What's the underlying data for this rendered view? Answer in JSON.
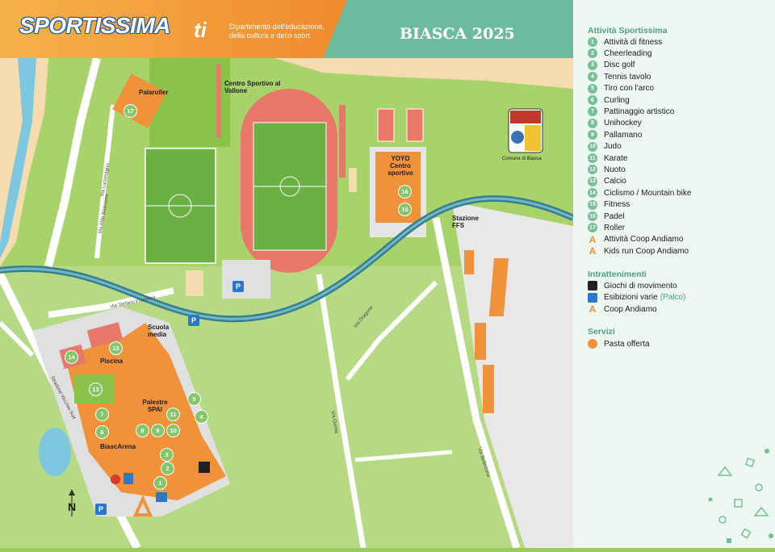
{
  "header": {
    "logo": "SPORTISSIMA",
    "ti_logo": "ti",
    "department": "Dipartimento dell'educazione, della cultura e dello sport",
    "title": "BIASCA 2025"
  },
  "map_labels": {
    "palaroller": "Palaroller",
    "centro_sportivo": "Centro Sportivo al Vallone",
    "yoyo": "YOYO Centro sportivo",
    "stazione": "Stazione FFS",
    "scuola_media": "Scuola media",
    "piscina": "Piscina",
    "palestre": "Palestre SPAI",
    "biascarena": "BiascArena",
    "comune": "Comune di Biasca",
    "north": "N"
  },
  "streets": {
    "via_lucomagno": "Via Lucomagno",
    "via_bosciorini": "Via Aldo Bosciorini",
    "via_franscini": "Via Stefano Franscini",
    "via_quinta": "Via Quinta",
    "via_dragone": "Via Dragone",
    "via_bellinzona": "Via Bellinzona",
    "strada_vecchia": "Stradone Vecchio Sud"
  },
  "map_markers": [
    {
      "n": "17"
    },
    {
      "n": "16"
    },
    {
      "n": "15"
    },
    {
      "n": "14"
    },
    {
      "n": "12"
    },
    {
      "n": "13"
    },
    {
      "n": "7"
    },
    {
      "n": "8"
    },
    {
      "n": "9"
    },
    {
      "n": "10"
    },
    {
      "n": "11"
    },
    {
      "n": "5"
    },
    {
      "n": "4"
    },
    {
      "n": "6"
    },
    {
      "n": "3"
    },
    {
      "n": "2"
    },
    {
      "n": "1"
    }
  ],
  "parking_label": "P",
  "legend": {
    "activities_title": "Attività Sportissima",
    "activities": [
      {
        "n": "1",
        "label": "Attività di fitness"
      },
      {
        "n": "2",
        "label": "Cheerleading"
      },
      {
        "n": "3",
        "label": "Disc golf"
      },
      {
        "n": "4",
        "label": "Tennis tavolo"
      },
      {
        "n": "5",
        "label": "Tiro con l'arco"
      },
      {
        "n": "6",
        "label": "Curling"
      },
      {
        "n": "7",
        "label": "Pattinaggio artistico"
      },
      {
        "n": "8",
        "label": "Unihockey"
      },
      {
        "n": "9",
        "label": "Pallamano"
      },
      {
        "n": "10",
        "label": "Judo"
      },
      {
        "n": "11",
        "label": "Karate"
      },
      {
        "n": "12",
        "label": "Nuoto"
      },
      {
        "n": "13",
        "label": "Calcio"
      },
      {
        "n": "14",
        "label": "Ciclismo / Mountain bike"
      },
      {
        "n": "15",
        "label": "Fitness"
      },
      {
        "n": "16",
        "label": "Padel"
      },
      {
        "n": "17",
        "label": "Roller"
      },
      {
        "n": "A",
        "label": "Attività Coop Andiamo"
      },
      {
        "n": "A",
        "label": "Kids run Coop Andiamo"
      }
    ],
    "entertainment_title": "Intrattenimenti",
    "entertainment": [
      {
        "label": "Giochi di movimento",
        "note": ""
      },
      {
        "label": "Esibizioni varie",
        "note": "(Palco)"
      },
      {
        "label": "Coop Andiamo",
        "note": ""
      }
    ],
    "services_title": "Servizi",
    "services": [
      {
        "label": "Pasta offerta"
      }
    ]
  },
  "colors": {
    "orange": "#f0923a",
    "teal": "#6dbb9f",
    "grass": "#9ccb5d",
    "river": "#3a7d8c",
    "track": "#e8786a"
  }
}
